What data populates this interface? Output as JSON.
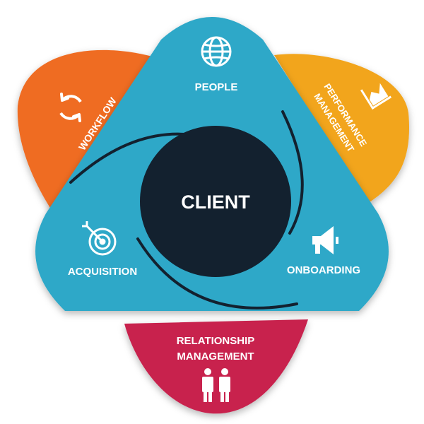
{
  "center": {
    "label": "CLIENT",
    "color": "#13212f"
  },
  "colors": {
    "core": "#2ea8c8",
    "core_edge": "#239abb",
    "workflow": "#ef6c24",
    "performance": "#f2a51e",
    "relationship": "#c8214e",
    "white": "#ffffff",
    "swirl": "#13212f"
  },
  "segments": {
    "people": {
      "label": "PEOPLE",
      "icon": "globe-icon"
    },
    "onboarding": {
      "label": "ONBOARDING",
      "icon": "megaphone-icon"
    },
    "acquisition": {
      "label": "ACQUISITION",
      "icon": "target-icon"
    },
    "workflow": {
      "label": "WORKFLOW",
      "icon": "cycle-arrows-icon"
    },
    "performance": {
      "line1": "PERFORMANCE",
      "line2": "MANAGEMENT",
      "icon": "chart-icon"
    },
    "relationship": {
      "line1": "RELATIONSHIP",
      "line2": "MANAGEMENT",
      "icon": "people-icon"
    }
  }
}
